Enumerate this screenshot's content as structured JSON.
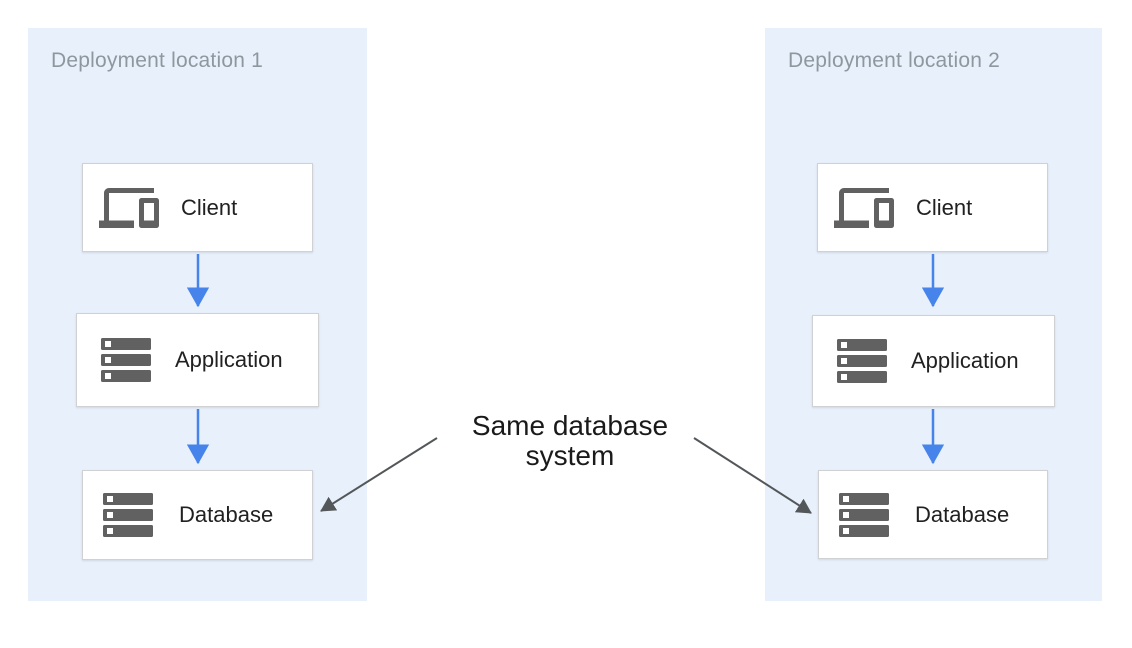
{
  "diagram": {
    "colors": {
      "canvas_bg": "#ffffff",
      "panel_bg": "#e7f0fb",
      "panel_title": "#8f979e",
      "node_bg": "#ffffff",
      "node_border": "#cfd1d3",
      "node_label": "#212121",
      "icon_gray": "#616161",
      "flow_arrow": "#4683ea",
      "annotation_arrow": "#545759",
      "annotation_text": "#1a1a1a"
    },
    "panels": [
      {
        "title": "Deployment location 1",
        "nodes": [
          {
            "label": "Client",
            "icon": "devices-icon"
          },
          {
            "label": "Application",
            "icon": "server-stack-icon"
          },
          {
            "label": "Database",
            "icon": "server-stack-icon"
          }
        ]
      },
      {
        "title": "Deployment location 2",
        "nodes": [
          {
            "label": "Client",
            "icon": "devices-icon"
          },
          {
            "label": "Application",
            "icon": "server-stack-icon"
          },
          {
            "label": "Database",
            "icon": "server-stack-icon"
          }
        ]
      }
    ],
    "annotation": {
      "lines": [
        "Same database",
        "system"
      ]
    }
  }
}
